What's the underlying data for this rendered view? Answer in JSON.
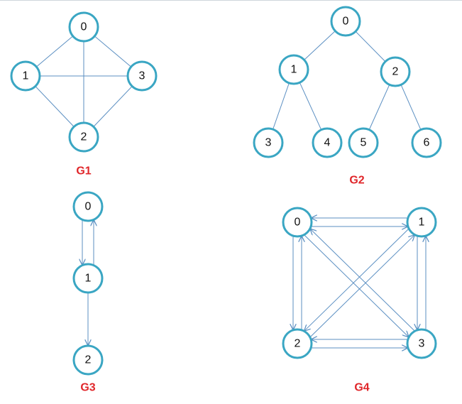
{
  "colors": {
    "node_stroke": "#3aa6c3",
    "edge": "#5b8fc2",
    "title": "#e0262a"
  },
  "graphs": [
    {
      "id": "g1",
      "title": "G1",
      "directed": false,
      "nodes": [
        {
          "id": "0",
          "label": "0"
        },
        {
          "id": "1",
          "label": "1"
        },
        {
          "id": "2",
          "label": "2"
        },
        {
          "id": "3",
          "label": "3"
        }
      ],
      "edges": [
        [
          "0",
          "1"
        ],
        [
          "0",
          "2"
        ],
        [
          "0",
          "3"
        ],
        [
          "1",
          "2"
        ],
        [
          "1",
          "3"
        ],
        [
          "2",
          "3"
        ]
      ]
    },
    {
      "id": "g2",
      "title": "G2",
      "directed": false,
      "nodes": [
        {
          "id": "0",
          "label": "0"
        },
        {
          "id": "1",
          "label": "1"
        },
        {
          "id": "2",
          "label": "2"
        },
        {
          "id": "3",
          "label": "3"
        },
        {
          "id": "4",
          "label": "4"
        },
        {
          "id": "5",
          "label": "5"
        },
        {
          "id": "6",
          "label": "6"
        }
      ],
      "edges": [
        [
          "0",
          "1"
        ],
        [
          "0",
          "2"
        ],
        [
          "1",
          "3"
        ],
        [
          "1",
          "4"
        ],
        [
          "2",
          "5"
        ],
        [
          "2",
          "6"
        ]
      ]
    },
    {
      "id": "g3",
      "title": "G3",
      "directed": true,
      "nodes": [
        {
          "id": "0",
          "label": "0"
        },
        {
          "id": "1",
          "label": "1"
        },
        {
          "id": "2",
          "label": "2"
        }
      ],
      "edges": [
        [
          "0",
          "1"
        ],
        [
          "1",
          "0"
        ],
        [
          "1",
          "2"
        ]
      ]
    },
    {
      "id": "g4",
      "title": "G4",
      "directed": true,
      "nodes": [
        {
          "id": "0",
          "label": "0"
        },
        {
          "id": "1",
          "label": "1"
        },
        {
          "id": "2",
          "label": "2"
        },
        {
          "id": "3",
          "label": "3"
        }
      ],
      "edges": [
        [
          "0",
          "1"
        ],
        [
          "1",
          "0"
        ],
        [
          "0",
          "2"
        ],
        [
          "2",
          "0"
        ],
        [
          "0",
          "3"
        ],
        [
          "3",
          "0"
        ],
        [
          "1",
          "2"
        ],
        [
          "2",
          "1"
        ],
        [
          "1",
          "3"
        ],
        [
          "3",
          "1"
        ],
        [
          "2",
          "3"
        ],
        [
          "3",
          "2"
        ]
      ]
    }
  ]
}
